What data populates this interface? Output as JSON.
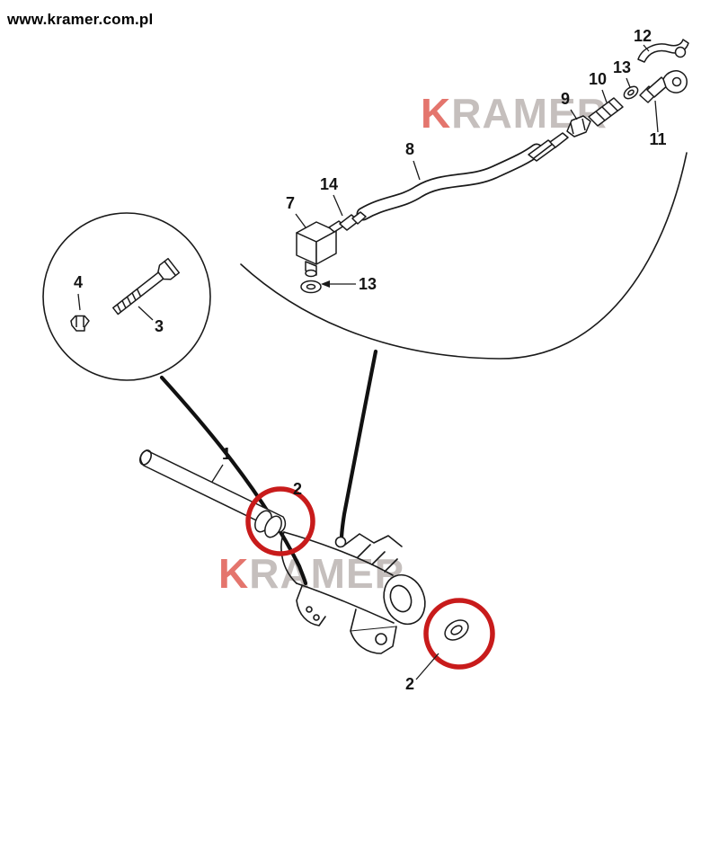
{
  "header": {
    "site_url": "www.kramer.com.pl"
  },
  "watermarks": {
    "top": {
      "k": "K",
      "rest": "RAMER"
    },
    "bottom": {
      "k": "K",
      "rest": "RAMER"
    }
  },
  "colors": {
    "highlight": "#c81b1b",
    "watermark_k": "#dd4f45",
    "watermark_rest": "#b5aeab",
    "line": "#1a1a1a"
  },
  "parts": {
    "p1": "1",
    "p2a": "2",
    "p2b": "2",
    "p3": "3",
    "p4": "4",
    "p7": "7",
    "p8": "8",
    "p9": "9",
    "p10": "10",
    "p11": "11",
    "p12": "12",
    "p13a": "13",
    "p13b": "13",
    "p14": "14"
  }
}
